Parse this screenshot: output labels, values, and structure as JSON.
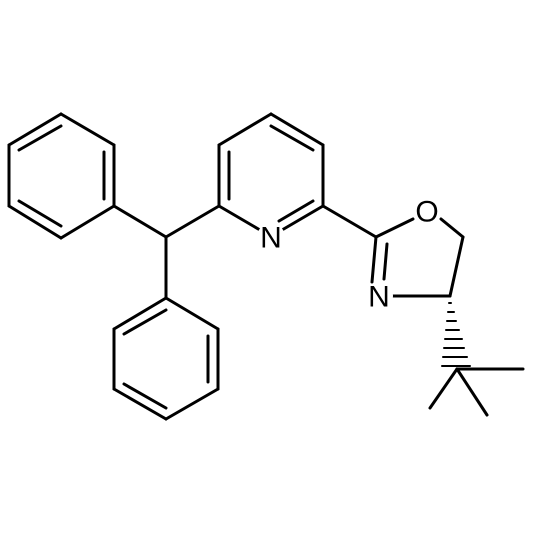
{
  "diagram_type": "chemical-structure",
  "atom_labels": {
    "pyridine_n": "N",
    "oxazoline_o": "O",
    "oxazoline_n": "N"
  },
  "colors": {
    "bond": "#000000",
    "background": "#ffffff"
  }
}
